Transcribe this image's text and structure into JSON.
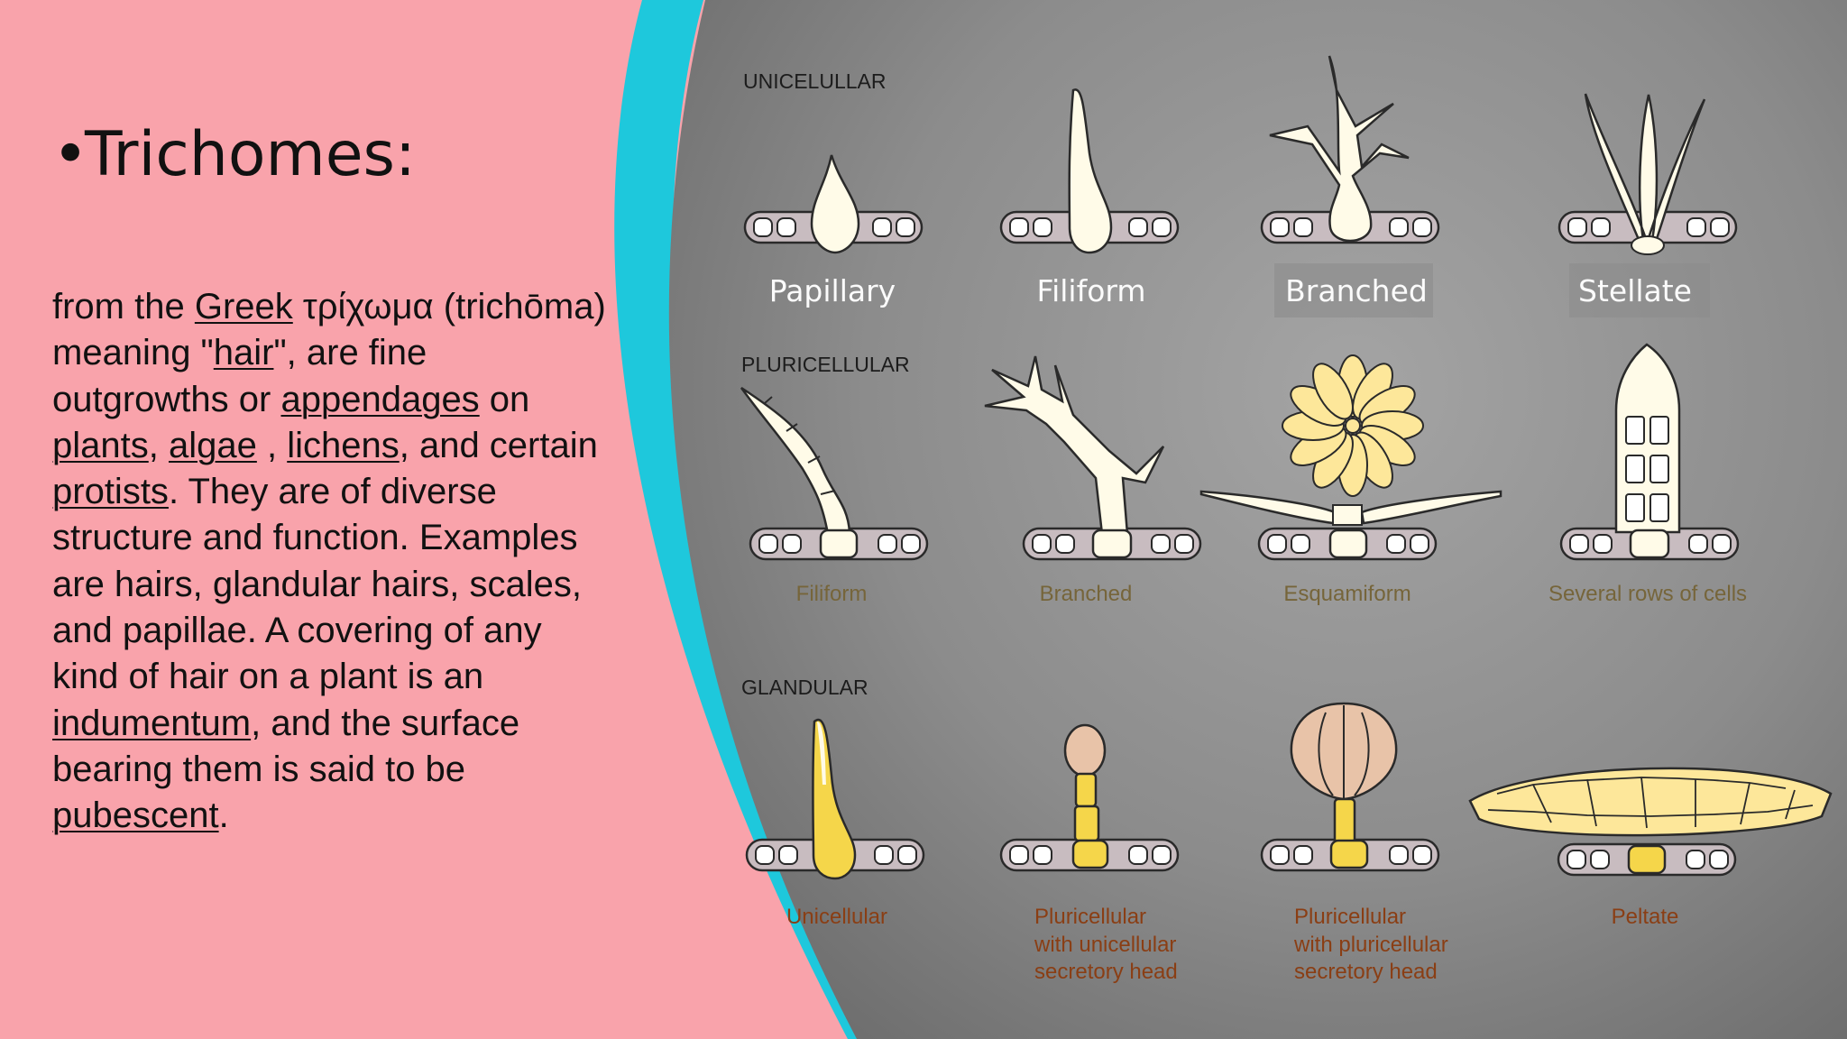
{
  "heading": {
    "bullet": "•",
    "title": "Trichomes:"
  },
  "body": {
    "t1": "from the ",
    "l_greek": "Greek",
    "t2": " τρίχωμα (trichōma) meaning \"",
    "l_hair": "hair",
    "t3": "\", are fine outgrowths or ",
    "l_appendages": "appendages",
    "t4": " on ",
    "l_plants": "plants",
    "t5": ", ",
    "l_algae": "algae",
    "t6": " , ",
    "l_lichens": "lichens",
    "t7": ", and certain ",
    "l_protists": "protists",
    "t8": ". They are of diverse structure and function. Examples are hairs, glandular hairs, scales, and papillae. A covering of any kind of hair on a plant is an ",
    "l_indumentum": "indumentum",
    "t9": ", and the surface bearing them is said to be ",
    "l_pubescent": "pubescent",
    "t10": "."
  },
  "figure": {
    "sections": {
      "unicellular": "UNICELULLAR",
      "pluricellular": "PLURICELLULAR",
      "glandular": "GLANDULAR"
    },
    "unicellular_labels": [
      "Papillary",
      "Filiform",
      "Branched",
      "Stellate"
    ],
    "pluricellular_labels": [
      "Filiform",
      "Branched",
      "Esquamiform",
      "Several rows of cells"
    ],
    "glandular_labels": [
      [
        "Unicellular"
      ],
      [
        "Pluricellular",
        "with unicellular",
        "secretory head"
      ],
      [
        "Pluricellular",
        "with pluricellular",
        "secretory head"
      ],
      [
        "Peltate"
      ]
    ],
    "colors": {
      "slide_background": "#f9a3ab",
      "accent_arc": "#1ec8dc",
      "panel": "#8a8a8a",
      "cell_fill": "#fff3b0",
      "gland_fill": "#f5d64a",
      "secretory_head": "#e8c3a8",
      "epidermis": "#c8bcc0"
    }
  }
}
